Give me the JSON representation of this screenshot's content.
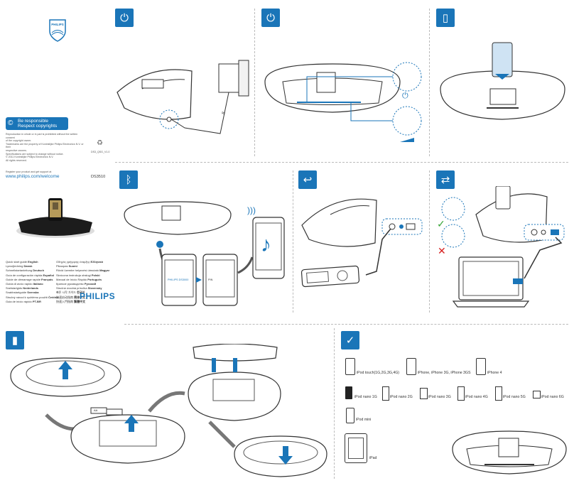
{
  "brand": {
    "logo_text": "PHILIPS",
    "wordmark": "PHILIPS",
    "model": "DS3510",
    "website_label": "Register your product and get support at",
    "website": "www.philips.com/welcome"
  },
  "copyright_badge": {
    "line1": "Be responsible",
    "line2": "Respect copyrights"
  },
  "legal": {
    "lines": [
      "Reproduction in whole or in part is prohibited without the written consent",
      "of the copyright owner.",
      "Trademarks are the property of Koninklijke Philips Electronics N.V. or their",
      "respective owners.",
      "Specifications are subject to change without notice.",
      "© 2011 Koninklijke Philips Electronics N.V.",
      "All rights reserved."
    ],
    "code": "DS3_QSG_V1.0"
  },
  "languages": {
    "left": [
      {
        "name": "Quick start guide",
        "lang": "English"
      },
      {
        "name": "Lynvejledning",
        "lang": "Dansk"
      },
      {
        "name": "Schnellstartanleitung",
        "lang": "Deutsch"
      },
      {
        "name": "Guía de configuración rápida",
        "lang": "Español"
      },
      {
        "name": "Guide de démarrage rapide",
        "lang": "Français"
      },
      {
        "name": "Guida di avvio rapido",
        "lang": "Italiano"
      },
      {
        "name": "Snelstartgids",
        "lang": "Nederlands"
      },
      {
        "name": "Snabbstartguide",
        "lang": "Svenska"
      },
      {
        "name": "Stručný návod k rychlému použití",
        "lang": "Čeština"
      },
      {
        "name": "Guia de início rápido",
        "lang": "PT-BR"
      }
    ],
    "right": [
      {
        "name": "Οδηγός γρήγορης έναρξης",
        "lang": "Ελληνικά"
      },
      {
        "name": "Pikaopas",
        "lang": "Suomi"
      },
      {
        "name": "Rövid üzembe helyezési útmutató",
        "lang": "Magyar"
      },
      {
        "name": "Skrócona instrukcja obsługi",
        "lang": "Polski"
      },
      {
        "name": "Manual de Início Rápido",
        "lang": "Português"
      },
      {
        "name": "Краткое руководство",
        "lang": "Русский"
      },
      {
        "name": "Stručná úvodná príručka",
        "lang": "Slovensky"
      },
      {
        "name": "빠른 시작 가이드",
        "lang": "한국어"
      },
      {
        "name": "快速启动指南",
        "lang": "简体中文"
      },
      {
        "name": "快速入門指南",
        "lang": "繁體中文"
      }
    ]
  },
  "steps": {
    "power": {
      "icon": "plug-icon"
    },
    "on": {
      "icon": "power-icon"
    },
    "dock": {
      "icon": "phone-icon"
    },
    "bluetooth": {
      "icon": "bluetooth-icon",
      "screen1": "PHILIPS DS3000",
      "screen2": "PIN"
    },
    "aux": {
      "icon": "aux-in-icon"
    },
    "sync": {
      "icon": "sync-icon"
    },
    "battery": {
      "icon": "battery-icon",
      "battery_label": "AA"
    },
    "compat": {
      "icon": "checkmark-icon"
    }
  },
  "compatible": {
    "row1": [
      "iPod touch(1G,2G,3G,4G)",
      "iPhone, iPhone 3G, iPhone 3GS",
      "iPhone 4"
    ],
    "row2": [
      "iPod nano 1G",
      "iPod nano 2G",
      "iPod nano 3G",
      "iPod nano 4G",
      "iPod nano 5G",
      "iPod nano 6G"
    ],
    "row3": [
      "iPod mini"
    ],
    "row4": [
      "iPad"
    ]
  },
  "colors": {
    "accent": "#1a75b8",
    "line": "#333333"
  }
}
